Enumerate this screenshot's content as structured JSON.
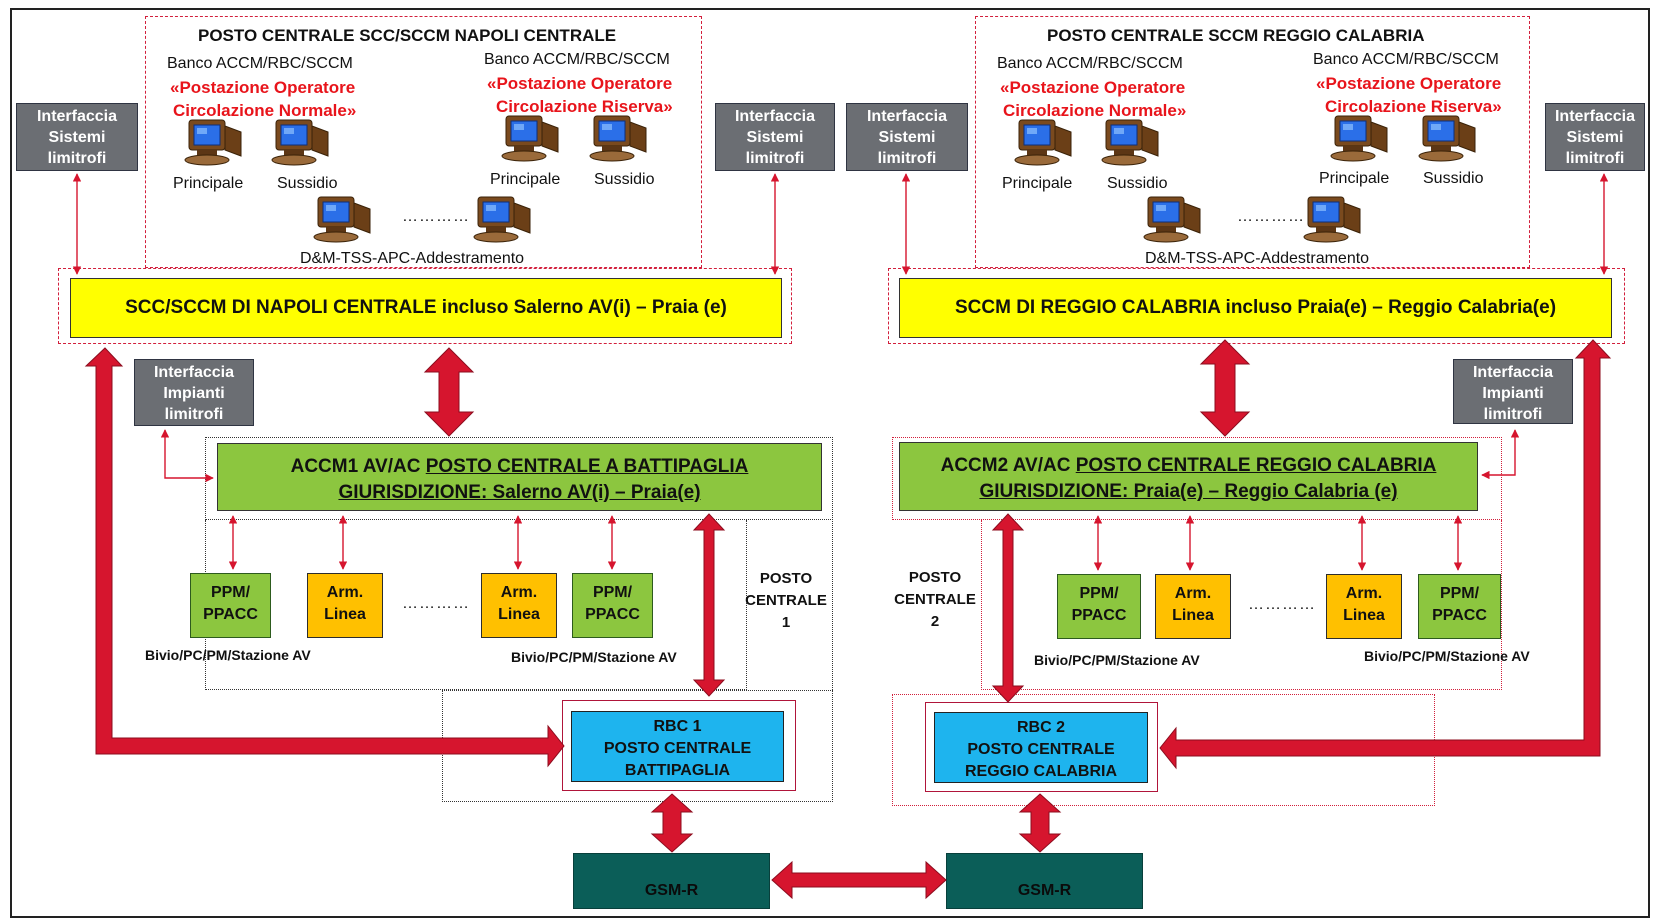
{
  "left": {
    "central_title": "POSTO CENTRALE SCC/SCCM NAPOLI CENTRALE",
    "banco_normale": "Banco ACCM/RBC/SCCM",
    "postazione_normale_l1": "«Postazione Operatore",
    "postazione_normale_l2": "Circolazione Normale»",
    "banco_riserva": "Banco ACCM/RBC/SCCM",
    "postazione_riserva_l1": "«Postazione Operatore",
    "postazione_riserva_l2": "Circolazione Riserva»",
    "principale_1": "Principale",
    "sussidio_1": "Sussidio",
    "principale_2": "Principale",
    "sussidio_2": "Sussidio",
    "dm_label": "D&M-TSS-APC-Addestramento",
    "dots": "…………",
    "interfaccia_sistemi_left": [
      "Interfaccia",
      "Sistemi",
      "limitrofi"
    ],
    "interfaccia_sistemi_right": [
      "Interfaccia",
      "Sistemi",
      "limitrofi"
    ],
    "scc_box": "SCC/SCCM DI NAPOLI CENTRALE incluso Salerno AV(i) – Praia (e)",
    "interfaccia_impianti": [
      "Interfaccia",
      "Impianti",
      "limitrofi"
    ],
    "accm_line1": "ACCM1 AV/AC ",
    "accm_line1_u": "POSTO CENTRALE A BATTIPAGLIA",
    "accm_line2": "GIURISDIZIONE: Salerno AV(i) – Praia(e)",
    "ppm1": [
      "PPM/",
      "PPACC"
    ],
    "arm1": [
      "Arm.",
      "Linea"
    ],
    "arm2": [
      "Arm.",
      "Linea"
    ],
    "ppm2": [
      "PPM/",
      "PPACC"
    ],
    "bivio_1": "Bivio/PC/PM/Stazione AV",
    "bivio_2": "Bivio/PC/PM/Stazione AV",
    "posto_centrale": [
      "POSTO",
      "CENTRALE",
      "1"
    ],
    "rbc": [
      "RBC 1",
      "POSTO CENTRALE",
      "BATTIPAGLIA"
    ],
    "gsm": "GSM-R"
  },
  "right": {
    "central_title": "POSTO CENTRALE SCCM REGGIO CALABRIA",
    "banco_normale": "Banco ACCM/RBC/SCCM",
    "postazione_normale_l1": "«Postazione Operatore",
    "postazione_normale_l2": "Circolazione Normale»",
    "banco_riserva": "Banco ACCM/RBC/SCCM",
    "postazione_riserva_l1": "«Postazione Operatore",
    "postazione_riserva_l2": "Circolazione Riserva»",
    "principale_1": "Principale",
    "sussidio_1": "Sussidio",
    "principale_2": "Principale",
    "sussidio_2": "Sussidio",
    "dm_label": "D&M-TSS-APC-Addestramento",
    "dots": "…………",
    "interfaccia_sistemi_left": [
      "Interfaccia",
      "Sistemi",
      "limitrofi"
    ],
    "interfaccia_sistemi_right": [
      "Interfaccia",
      "Sistemi",
      "limitrofi"
    ],
    "scc_box": "SCCM DI REGGIO CALABRIA incluso Praia(e) – Reggio Calabria(e)",
    "interfaccia_impianti": [
      "Interfaccia",
      "Impianti",
      "limitrofi"
    ],
    "accm_line1": "ACCM2 AV/AC ",
    "accm_line1_u": "POSTO CENTRALE REGGIO CALABRIA",
    "accm_line2": "GIURISDIZIONE: Praia(e) – Reggio Calabria (e)",
    "ppm1": [
      "PPM/",
      "PPACC"
    ],
    "arm1": [
      "Arm.",
      "Linea"
    ],
    "arm2": [
      "Arm.",
      "Linea"
    ],
    "ppm2": [
      "PPM/",
      "PPACC"
    ],
    "bivio_1": "Bivio/PC/PM/Stazione AV",
    "bivio_2": "Bivio/PC/PM/Stazione AV",
    "posto_centrale": [
      "POSTO",
      "CENTRALE",
      "2"
    ],
    "rbc": [
      "RBC 2",
      "POSTO CENTRALE",
      "REGGIO CALABRIA"
    ],
    "gsm": "GSM-R"
  },
  "colors": {
    "yellow": "#ffff00",
    "green": "#8cc63f",
    "orange": "#ffc000",
    "blue": "#1eb4ee",
    "gsm": "#0b5e58",
    "gray": "#6b6e73",
    "red_arrow": "#d6152e",
    "red_text": "#e8141b"
  }
}
